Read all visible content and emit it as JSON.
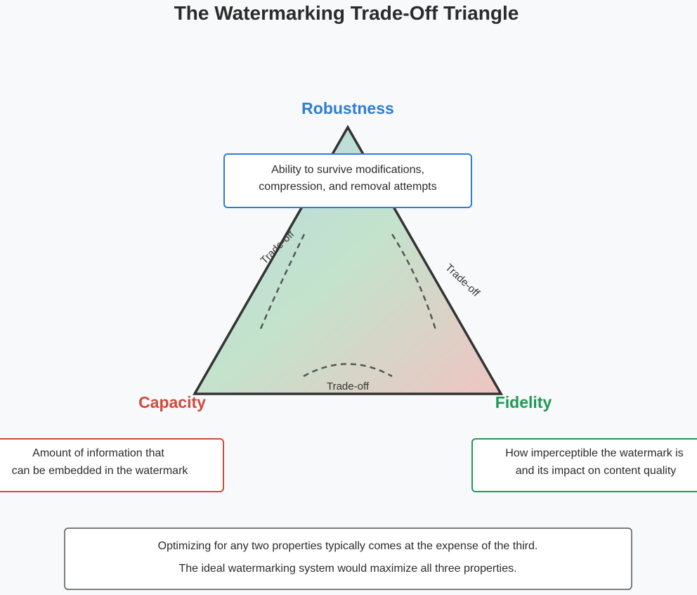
{
  "title": "The Watermarking Trade-Off Triangle",
  "colors": {
    "background": "#f8f9fa",
    "robustness": "#2d7dd2",
    "capacity": "#d04a3c",
    "fidelity": "#1e9a52",
    "outline": "#333333",
    "fill_blue": "#b9d6e6",
    "fill_green": "#c3e3cc",
    "fill_red": "#efc4c2"
  },
  "vertices": {
    "robustness": {
      "label": "Robustness",
      "description": [
        "Ability to survive modifications,",
        "compression, and removal attempts"
      ]
    },
    "capacity": {
      "label": "Capacity",
      "description": [
        "Amount of information that",
        "can be embedded in the watermark"
      ]
    },
    "fidelity": {
      "label": "Fidelity",
      "description": [
        "How imperceptible the watermark is",
        "and its impact on content quality"
      ]
    }
  },
  "tradeoffs": {
    "left": "Trade-off",
    "right": "Trade-off",
    "bottom": "Trade-off"
  },
  "note": [
    "Optimizing for any two properties typically comes at the expense of the third.",
    "The ideal watermarking system would maximize all three properties."
  ]
}
